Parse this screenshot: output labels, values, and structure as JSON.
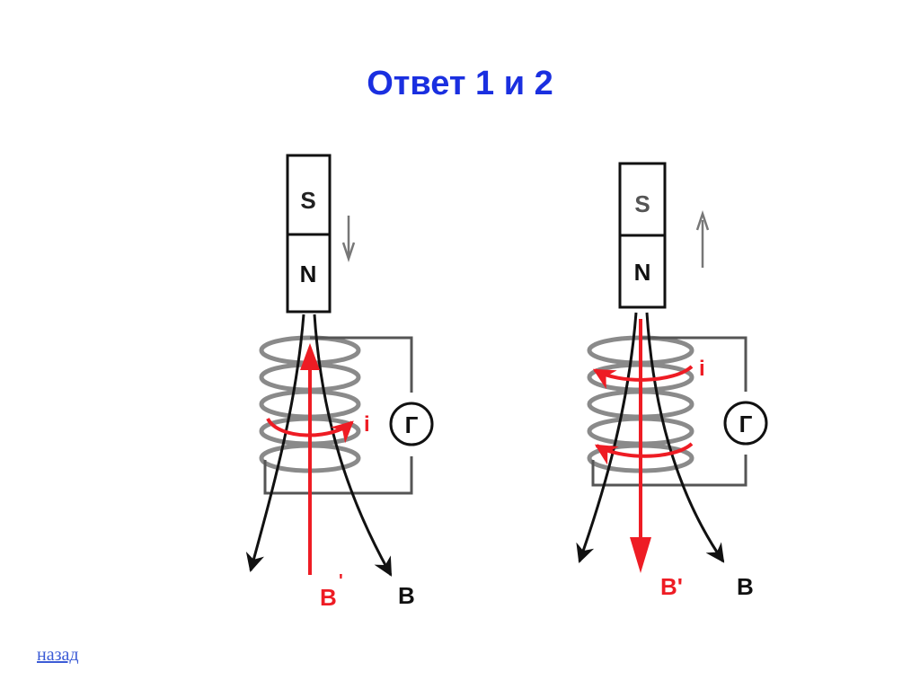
{
  "title": "Ответ 1 и 2",
  "back_link": "назад",
  "colors": {
    "title": "#1a2fe0",
    "red": "#ee1c24",
    "link": "#3b5bd6"
  },
  "diagram_left": {
    "magnet_top": "S",
    "magnet_bottom": "N",
    "galvanometer": "Г",
    "current_label": "i",
    "induced_field_label": "B",
    "induced_field_mark": "'",
    "field_label": "B"
  },
  "diagram_right": {
    "magnet_top": "S",
    "magnet_bottom": "N",
    "galvanometer": "Г",
    "current_label": "i",
    "induced_field_label": "B'",
    "field_label": "B"
  }
}
